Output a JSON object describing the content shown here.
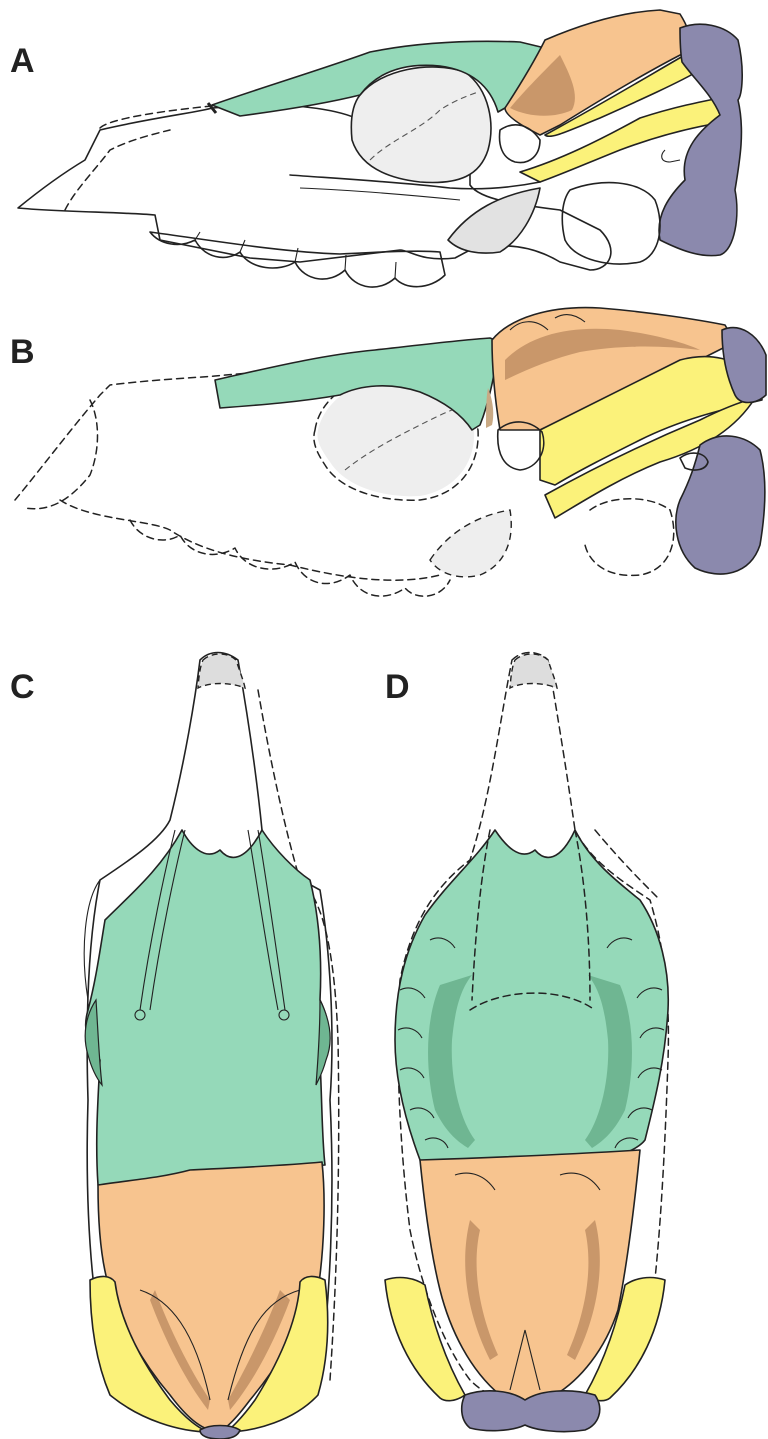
{
  "panels": [
    {
      "id": "A",
      "label": "A"
    },
    {
      "id": "B",
      "label": "B"
    },
    {
      "id": "C",
      "label": "C"
    },
    {
      "id": "D",
      "label": "D"
    }
  ],
  "colors": {
    "green": "#95d9b9",
    "green_dark": "#6fb692",
    "orange": "#f7c48f",
    "orange_dark": "#c9976a",
    "yellow": "#fbf27a",
    "yellow_dark": "#d8cf57",
    "purple": "#8b89ad",
    "grey_fill": "#eeeeee",
    "grey_dark": "#cfcfcf",
    "outline": "#222222"
  }
}
